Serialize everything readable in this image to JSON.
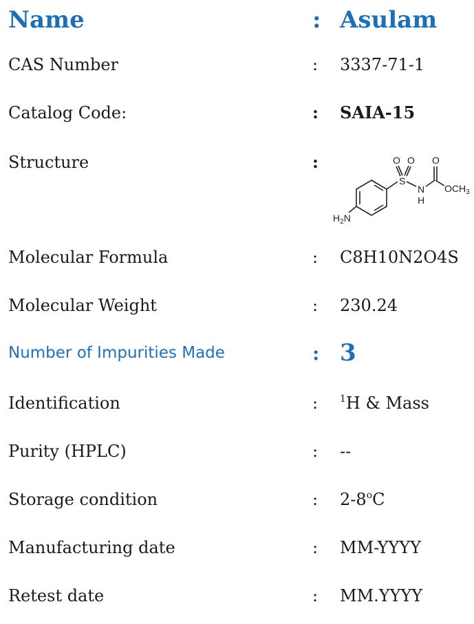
{
  "header": {
    "name_label": "Name",
    "colon": ":",
    "name_value": "Asulam"
  },
  "rows": {
    "cas": {
      "label": "CAS Number",
      "colon": ":",
      "value": "3337-71-1"
    },
    "catalog": {
      "label": "Catalog Code:",
      "colon": ":",
      "value": "SAIA-15"
    },
    "structure": {
      "label": "Structure",
      "colon": ":"
    },
    "formula": {
      "label": "Molecular Formula",
      "colon": ":",
      "value": "C8H10N2O4S"
    },
    "weight": {
      "label": "Molecular Weight",
      "colon": ":",
      "value": "230.24"
    },
    "impurities": {
      "label": "Number of Impurities Made",
      "colon": ":",
      "value": "3"
    },
    "identification": {
      "label": "Identification",
      "colon": ":",
      "value_sup": "1",
      "value": "H & Mass"
    },
    "purity": {
      "label": "Purity (HPLC)",
      "colon": ":",
      "value": "--"
    },
    "storage": {
      "label": "Storage condition",
      "colon": ":",
      "value_prefix": "2-8",
      "value_sup": "o",
      "value_suffix": "C"
    },
    "manufacturing": {
      "label": "Manufacturing date",
      "colon": ":",
      "value": "MM-YYYY"
    },
    "retest": {
      "label": "Retest date",
      "colon": ":",
      "value": "MM.YYYY"
    }
  },
  "structure_labels": {
    "o1": "O",
    "o2": "O",
    "o3": "O",
    "s": "S",
    "n": "N",
    "h": "H",
    "och3_main": "OCH",
    "och3_sub": "3",
    "h2n_h": "H",
    "h2n_sub": "2",
    "h2n_n": "N"
  }
}
